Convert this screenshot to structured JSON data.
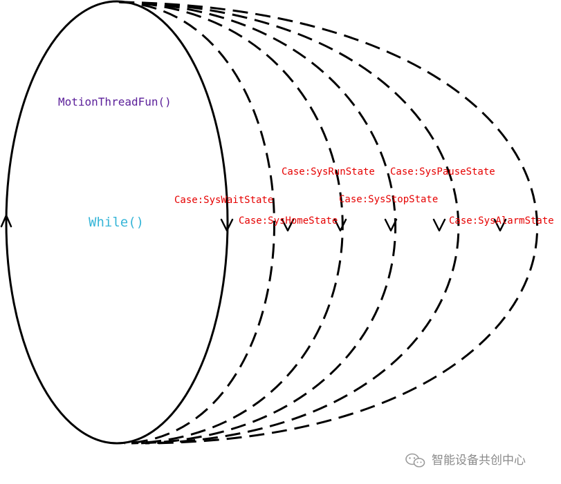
{
  "diagram": {
    "title": "MotionThreadFun()",
    "loop_label": "While()",
    "cases": [
      "Case:SysWaitState",
      "Case:SysHomeState",
      "Case:SysRunState",
      "Case:SysStopState",
      "Case:SysPauseState",
      "Case:SysAlarmState"
    ]
  },
  "watermark": {
    "text": "智能设备共创中心",
    "icon": "wechat-icon"
  },
  "colors": {
    "title": "#5a1e99",
    "loop_label": "#38b6d8",
    "case_labels": "#e60000",
    "lines": "#000000",
    "watermark": "#8a8a8a"
  }
}
